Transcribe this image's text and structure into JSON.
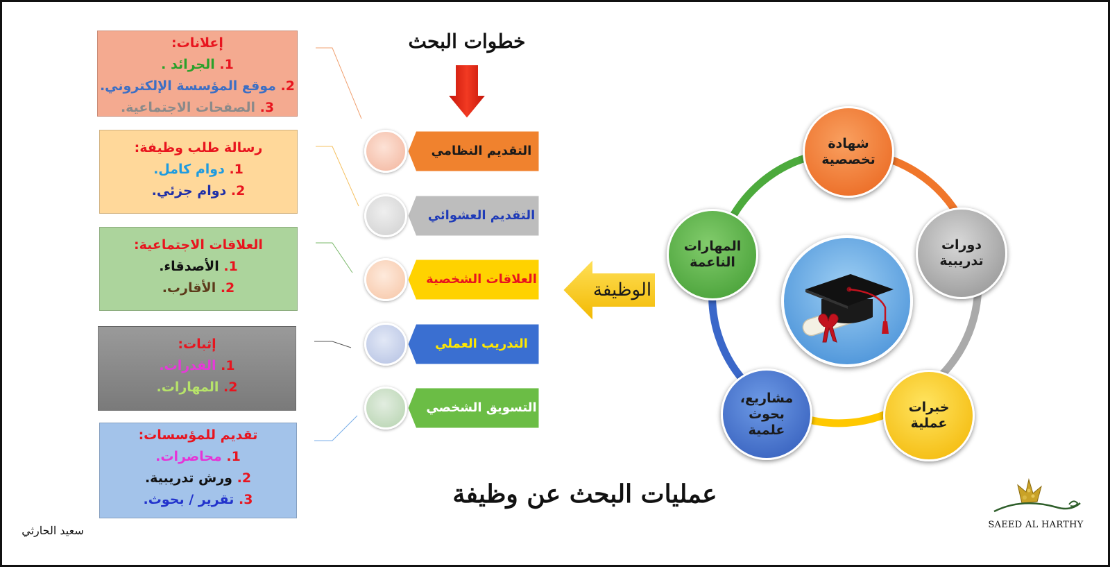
{
  "title": "عمليات البحث عن وظيفة",
  "steps_heading": "خطوات البحث",
  "job_label": "الوظيفة",
  "author_name": "سعيد الحارثي",
  "logo_text": "SAEED AL HARTHY",
  "steps": [
    {
      "label": "التقديم النظامي",
      "color": "#f0822e",
      "text_color": "#1a1a1a",
      "circle": "#f7c9b4"
    },
    {
      "label": "التقديم العشوائي",
      "color": "#bdbdbd",
      "text_color": "#1f3bb8",
      "circle": "#dcdcdc"
    },
    {
      "label": "العلاقات الشخصية",
      "color": "#ffd200",
      "text_color": "#e8141e",
      "circle": "#fbd9c2"
    },
    {
      "label": "التدريب العملي",
      "color": "#3a6fd1",
      "text_color": "#ffe800",
      "circle": "#c5cfe8"
    },
    {
      "label": "التسويق الشخصي",
      "color": "#6bbd45",
      "text_color": "#ffffff",
      "circle": "#c5dcc0"
    }
  ],
  "info_boxes": [
    {
      "title": "إعلانات:",
      "bg": "#f4aa90",
      "items": [
        {
          "num": "1",
          "text": "الجرائد .",
          "color": "#2aa12a"
        },
        {
          "num": "2",
          "text": "موقع المؤسسة الإلكتروني.",
          "color": "#3d6fc4"
        },
        {
          "num": "3",
          "text": "الصفحات الاجتماعية.",
          "color": "#8a8a8a"
        }
      ]
    },
    {
      "title": "رسالة طلب وظيفة:",
      "bg": "#ffd89a",
      "items": [
        {
          "num": "1",
          "text": "دوام كامل.",
          "color": "#1e9be0"
        },
        {
          "num": "2",
          "text": "دوام جزئي.",
          "color": "#1f2fa8"
        }
      ]
    },
    {
      "title": "العلاقات الاجتماعية:",
      "bg": "#acd49c",
      "items": [
        {
          "num": "1",
          "text": "الأصدقاء.",
          "color": "#111111"
        },
        {
          "num": "2",
          "text": "الأقارب.",
          "color": "#5c3a1a"
        }
      ]
    },
    {
      "title": "إثبات:",
      "bg": "#8a8a8a",
      "items": [
        {
          "num": "1",
          "text": "القدرات.",
          "color": "#e63ad8"
        },
        {
          "num": "2",
          "text": "المهارات.",
          "color": "#b7e36a"
        }
      ]
    },
    {
      "title": "تقديم للمؤسسات:",
      "bg": "#a3c3ea",
      "items": [
        {
          "num": "1",
          "text": "محاضرات.",
          "color": "#e633d6"
        },
        {
          "num": "2",
          "text": "ورش تدريبية.",
          "color": "#111111"
        },
        {
          "num": "3",
          "text": "تقرير / بحوث.",
          "color": "#2233cc"
        }
      ]
    }
  ],
  "cycle_nodes": [
    {
      "lines": [
        "شهادة",
        "تخصصية"
      ],
      "color": "#f0762a"
    },
    {
      "lines": [
        "دورات",
        "تدريبية"
      ],
      "color": "#9e9e9e"
    },
    {
      "lines": [
        "خبرات",
        "عملية"
      ],
      "color": "#ffc800"
    },
    {
      "lines": [
        "مشاريع،",
        "بحوث",
        "علمية"
      ],
      "color": "#3a67c9"
    },
    {
      "lines": [
        "المهارات",
        "الناعمة"
      ],
      "color": "#4caa3c"
    }
  ],
  "center_icon": "graduation-cap-diploma-icon",
  "logo_icon": "golden-falcon-icon"
}
